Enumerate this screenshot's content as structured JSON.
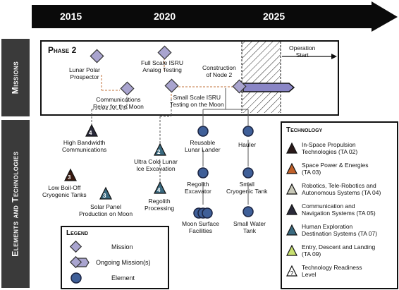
{
  "timeline": {
    "years": [
      "2015",
      "2020",
      "2025"
    ]
  },
  "sidebar": {
    "missions": "Missions",
    "elements": "Elements and Technologies"
  },
  "phase": {
    "label": "Phase 2",
    "operation_start": "Operation\nStart"
  },
  "missions": {
    "lunar_polar_prospector": "Lunar Polar\nProspector",
    "full_scale_isru": "Full Scale ISRU\nAnalog Testing",
    "construction_node2": "Construction\nof Node 2",
    "comm_relay": "Communications\nRelay for the Moon",
    "small_scale_isru": "Small Scale ISRU\nTesting on the Moon"
  },
  "elements": {
    "high_bandwidth": "High Bandwidth\nCommunications",
    "ultra_cold": "Ultra Cold Lunar\nIce Excavation",
    "reusable_lander": "Reusable\nLunar Lander",
    "hauler": "Hauler",
    "low_boiloff": "Low Boil-Off\nCryogenic Tanks",
    "regolith_excavator": "Regolith\nExcavator",
    "small_cryo": "Small\nCryogenic Tank",
    "solar_panel": "Solar Panel\nProduction on Moon",
    "regolith_processing": "Regolith\nProcessing",
    "moon_surface": "Moon Surface\nFacilities",
    "small_water": "Small Water\nTank"
  },
  "trl_badges": {
    "high_bandwidth": "4",
    "ultra_cold": "2",
    "low_boiloff": "3",
    "solar_panel": "3",
    "regolith_processing": "4"
  },
  "legend": {
    "title": "Legend",
    "mission": "Mission",
    "ongoing": "Ongoing Mission(s)",
    "element": "Element"
  },
  "technology": {
    "title": "Technology",
    "items": [
      {
        "label": "In-Space Propulsion\nTechnologies (TA 02)",
        "color": "#2a1a1a"
      },
      {
        "label": "Space Power & Energies\n(TA 03)",
        "color": "#c0602a"
      },
      {
        "label": "Robotics, Tele-Robotics and\nAutonomous Systems (TA 04)",
        "color": "#c8c8b8"
      },
      {
        "label": "Communication and\nNavigation Systems (TA 05)",
        "color": "#2a2a3a"
      },
      {
        "label": "Human Exploration\nDestination Systems (TA 07)",
        "color": "#3a6a80"
      },
      {
        "label": "Entry, Descent and Landing\n(TA 09)",
        "color": "#c8e070"
      },
      {
        "label": "Technology Readiness\nLevel",
        "color": "#ffffff"
      }
    ]
  },
  "colors": {
    "mission_fill": "#a9a4cf",
    "element_fill": "#3f5f98",
    "bar_fill": "#8a86c6",
    "sidebar": "#3a3a3a"
  }
}
